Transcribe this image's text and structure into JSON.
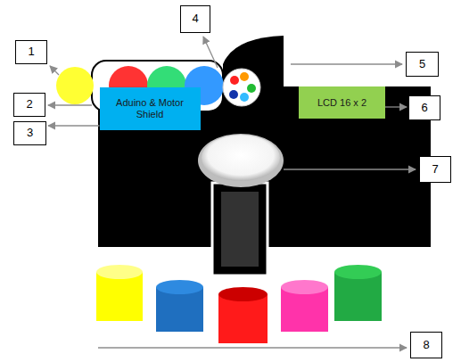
{
  "diagram": {
    "nodes": [
      {
        "text": [
          "1"
        ]
      },
      {
        "text": [
          "4"
        ]
      },
      {
        "text": [
          "2"
        ]
      },
      {
        "text": [
          "5"
        ]
      },
      {
        "text": [
          "3"
        ]
      },
      {
        "text": [
          "Aduino & Motor Shield"
        ]
      },
      {
        "text": [
          "LCD 16 x 2"
        ]
      },
      {
        "text": [
          "6"
        ]
      },
      {
        "text": [
          "7"
        ]
      },
      {
        "text": [
          "8"
        ]
      }
    ],
    "edges": [
      {
        "from": 5,
        "to": 4,
        "arrow": "to"
      },
      {
        "from": 6,
        "to": 7,
        "arrow": "to"
      }
    ]
  }
}
